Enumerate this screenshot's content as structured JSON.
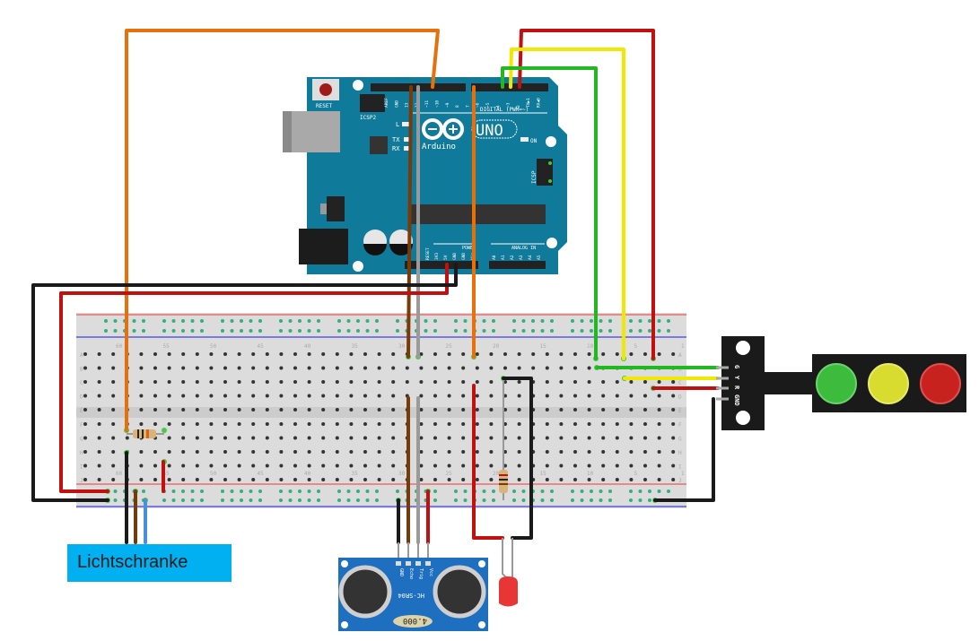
{
  "title": "Arduino UNO wiring diagram: light barrier, HC-SR04 ultrasonic sensor, LED and traffic light module",
  "colors": {
    "board": "#0f7a99",
    "board_dark": "#0b6682",
    "breadboard": "#dcdcdc",
    "wire_orange": "#e8700a",
    "wire_red": "#c01010",
    "wire_black": "#1a1a1a",
    "wire_green": "#22b822",
    "wire_yellow": "#f0e800",
    "wire_brown": "#7a3a08",
    "wire_gray": "#9a9a9a",
    "wire_blue": "#4a90d9",
    "label_bg": "#00b0f0",
    "sensor_blue": "#1f6fc0"
  },
  "arduino": {
    "brand": "Arduino",
    "model": "UNO",
    "reset_label": "RESET",
    "icsp2_label": "ICSP2",
    "icsp_label": "ICSP",
    "on_label": "ON",
    "led_l": "L",
    "led_tx": "TX",
    "led_rx": "RX",
    "digital_label": "DIGITAL (PWM=~)",
    "power_label": "POWER",
    "analog_label": "ANALOG IN",
    "digital_pins": [
      "AREF",
      "GND",
      "13",
      "12",
      "~11",
      "~10",
      "~9",
      "8",
      "7",
      "~6",
      "~5",
      "4",
      "~3",
      "2",
      "TX▶1",
      "RX◀0"
    ],
    "power_pins": [
      "",
      "IOREF",
      "RESET",
      "3V3",
      "5V",
      "GND",
      "GND",
      "Vin"
    ],
    "analog_pins": [
      "A0",
      "A1",
      "A2",
      "A3",
      "A4",
      "A5"
    ]
  },
  "breadboard": {
    "row_letters_top": [
      "A",
      "B",
      "C",
      "D",
      "E"
    ],
    "row_letters_bottom": [
      "F",
      "G",
      "H",
      "I",
      "J"
    ],
    "column_numbers": [
      "60",
      "55",
      "50",
      "45",
      "40",
      "35",
      "30",
      "25",
      "20",
      "15",
      "10",
      "5",
      "1"
    ]
  },
  "ultrasonic_sensor": {
    "model": "HC-SR04",
    "pins": [
      "GND",
      "Echo",
      "Trig",
      "Vcc"
    ],
    "crystal": "4.000"
  },
  "traffic_light": {
    "pins": [
      "G",
      "Y",
      "R",
      "GND"
    ],
    "lights": [
      "green",
      "yellow",
      "red"
    ]
  },
  "led": {
    "color": "red"
  },
  "light_barrier_label": "Lichtschranke"
}
